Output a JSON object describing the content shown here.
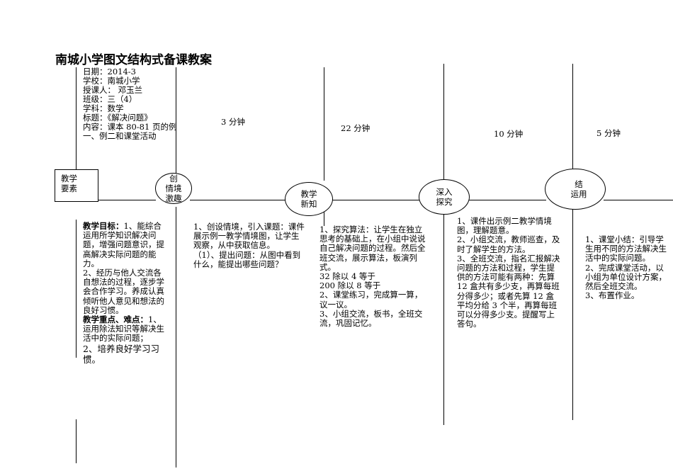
{
  "title": "南城小学图文结构式备课教案",
  "meta": {
    "date": "日期：2014-3",
    "school": "学校：南城小学",
    "teacher": "授课人：  邓玉兰",
    "grade": "班级：三（4）",
    "subject": "学科：数学",
    "topic": "标题：《解决问题》",
    "content": "内容：课本 80-81 页的例一、例二和课堂活动"
  },
  "elements_box": {
    "label_line1": "教学",
    "label_line2": "要素"
  },
  "stages": [
    {
      "label_line1": "创",
      "label_line2": "情境",
      "label_line3": "激趣",
      "minutes": "3 分钟"
    },
    {
      "label_line1": "教学",
      "label_line2": "新知",
      "minutes": "22 分钟"
    },
    {
      "label_line1": "深入",
      "label_line2": "探究",
      "minutes": "10 分钟"
    },
    {
      "label_line1": "结",
      "label_line2": "运用",
      "minutes": "5 分钟"
    }
  ],
  "objectives": {
    "goal_label": "教学目标：",
    "goal_1": "1、能综合运用所学知识解决问题，增强问题意识，提高解决实际问题的能力。",
    "goal_2": "2、经历与他人交流各自想法的过程，逐步学会合作学习。养成认真倾听他人意见和想法的良好习惯。",
    "key_label": "教学重点、难点：",
    "key_1": "1、运用除法知识等解决生活中的实际问题；",
    "key_2": "2、培养良好学习习惯。"
  },
  "col1": {
    "p1": "1、创设情境，引入课题：课件展示例一教学情境图，让学生观察，从中获取信息。",
    "p2": "（1）、提出问题：从图中看到什么，能提出哪些问题？"
  },
  "col2": {
    "p1": "1、探究算法：让学生在独立思考的基础上，在小组中说说自己解决问题的过程。然后全班交流，展示算法，板演列式。",
    "p2": "32 除以 4 等于",
    "p3": "200 除以 8 等于",
    "p4": "2、课堂练习，完成算一算，议一议。",
    "p5": "3、小组交流，板书，全班交流，巩固记忆。"
  },
  "col3": {
    "p1": "1、课件出示例二教学情境图，理解题意。",
    "p2": "2、小组交流，教师巡查，及时了解学生的方法。",
    "p3": "3、全班交流，指名汇报解决问题的方法和过程，学生提供的方法可能有两种：先算 12 盒共有多少支，再算每班分得多少；或者先算 12 盒平均分给 3 个半，再算每班可以分得多少支。提醒写上答句。"
  },
  "col4": {
    "p1": "1、课堂小结：引导学生用不同的方法解决生活中的实际问题。",
    "p2": "2、完成课堂活动，以小组为单位设计方案，然后全班交流。",
    "p3": "3、布置作业。"
  }
}
